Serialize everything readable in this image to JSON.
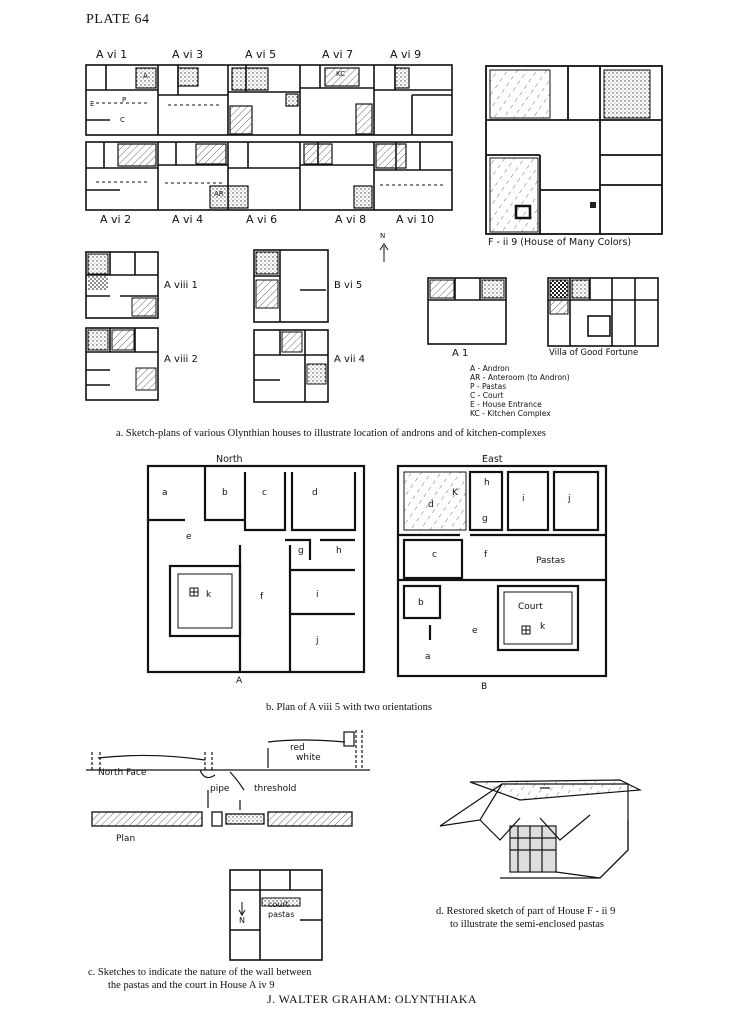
{
  "plate_title": "PLATE 64",
  "figure_a": {
    "top_row_labels": [
      "A vi 1",
      "A vi 3",
      "A vi 5",
      "A vi 7",
      "A vi 9"
    ],
    "bottom_row_labels": [
      "A vi 2",
      "A vi 4",
      "A vi 6",
      "A vi 8",
      "A vi 10"
    ],
    "house_many_colors": "F - ii 9 (House of Many Colors)",
    "small_plans": [
      "A viii 1",
      "B vi 5",
      "A viii 2",
      "A vii 4",
      "A 1",
      "Villa of Good Fortune"
    ],
    "north_arrow": "N",
    "room_codes": [
      "A",
      "AR",
      "P",
      "C",
      "E",
      "KC"
    ],
    "legend": [
      "A - Andron",
      "AR - Anteroom (to Andron)",
      "P - Pastas",
      "C - Court",
      "E - House Entrance",
      "KC - Kitchen Complex"
    ],
    "caption": "a.  Sketch-plans of various Olynthian houses to illustrate location of androns and of kitchen-complexes"
  },
  "figure_b": {
    "plan_a_orientation": "North",
    "plan_b_orientation": "East",
    "plan_a_label": "A",
    "plan_b_label": "B",
    "rooms_a": [
      "a",
      "b",
      "c",
      "d",
      "e",
      "f",
      "g",
      "h",
      "i",
      "j",
      "k"
    ],
    "rooms_b": [
      "a",
      "b",
      "c",
      "d",
      "e",
      "f",
      "g",
      "h",
      "i",
      "j",
      "k",
      "K"
    ],
    "pastas_label": "Pastas",
    "court_label": "Court",
    "caption": "b.  Plan of A viii 5 with two orientations"
  },
  "figure_c": {
    "labels": [
      "North Face",
      "red",
      "white",
      "pipe",
      "threshold",
      "Plan"
    ],
    "mini_plan_labels": [
      "court",
      "pastas",
      "N"
    ],
    "caption_line1": "c.  Sketches to indicate the nature of the wall between",
    "caption_line2": "the pastas and the court in House A iv 9"
  },
  "figure_d": {
    "caption_line1": "d.  Restored sketch of part of House F - ii 9",
    "caption_line2": "to illustrate the semi-enclosed pastas"
  },
  "footer": "J. WALTER GRAHAM:  OLYNTHIAKA"
}
